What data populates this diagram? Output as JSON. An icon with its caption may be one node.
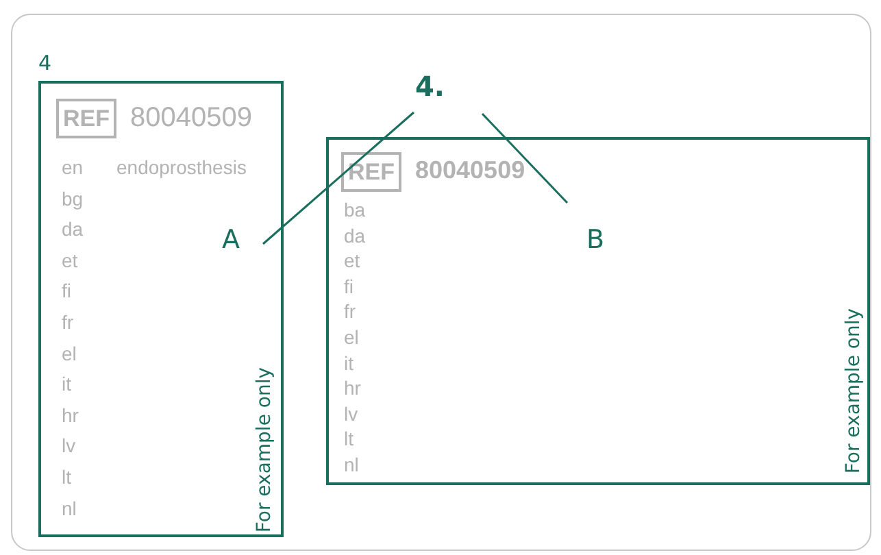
{
  "diagram": {
    "nodes": [
      {
        "text": [
          "4"
        ]
      },
      {
        "text": [
          "REF",
          "80040509",
          "en",
          "endoprosthesis",
          "bg",
          "da",
          "et",
          "fi",
          "fr",
          "el",
          "it",
          "hr",
          "lv",
          "lt",
          "nl",
          "For example only"
        ],
        "in": 0
      },
      {
        "text": [
          "REF",
          "80040509",
          "ba",
          "da",
          "et",
          "fi",
          "fr",
          "el",
          "it",
          "hr",
          "lv",
          "lt",
          "nl",
          "For example only"
        ],
        "in": 0
      },
      {
        "text": [
          "4."
        ],
        "in": 0
      },
      {
        "text": [
          "A"
        ],
        "in": 1
      },
      {
        "text": [
          "B"
        ],
        "in": 2
      }
    ],
    "edges": [
      {
        "from": 3,
        "to": 4,
        "arrow": "none"
      },
      {
        "from": 3,
        "to": 5,
        "arrow": "none"
      }
    ]
  }
}
